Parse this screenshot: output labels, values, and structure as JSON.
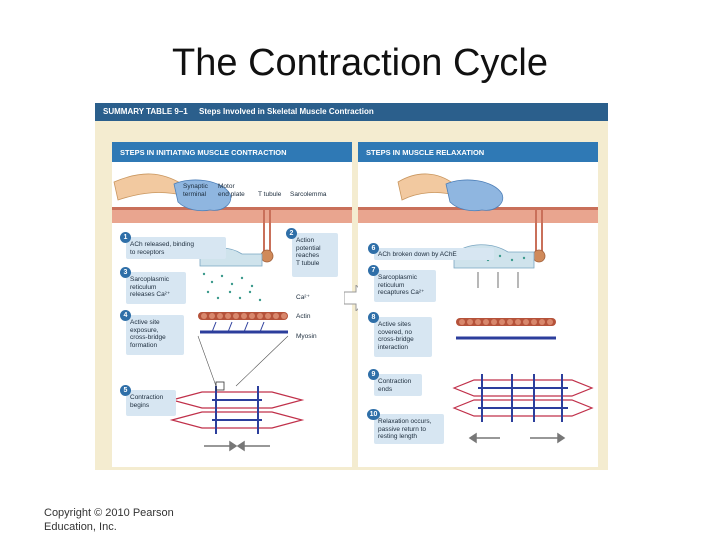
{
  "slide": {
    "title": "The Contraction Cycle",
    "copyright": "Copyright © 2010 Pearson Education, Inc."
  },
  "figure": {
    "table_id": "SUMMARY TABLE 9–1",
    "table_title": "Steps Involved in Skeletal Muscle Contraction",
    "left_panel": {
      "title": "STEPS IN INITIATING MUSCLE CONTRACTION",
      "labels": {
        "synaptic_terminal": "Synaptic\nterminal",
        "motor_end_plate": "Motor\nend plate",
        "t_tubule": "T tubule",
        "sarcolemma": "Sarcolemma",
        "ca": "Ca²⁺",
        "actin": "Actin",
        "myosin": "Myosin"
      },
      "steps": [
        {
          "num": "1",
          "text": "ACh released, binding\nto receptors"
        },
        {
          "num": "2",
          "text": "Action\npotential\nreaches\nT tubule"
        },
        {
          "num": "3",
          "text": "Sarcoplasmic\nreticulum\nreleases Ca²⁺"
        },
        {
          "num": "4",
          "text": "Active site\nexposure,\ncross-bridge\nformation"
        },
        {
          "num": "5",
          "text": "Contraction\nbegins"
        }
      ]
    },
    "right_panel": {
      "title": "STEPS IN MUSCLE RELAXATION",
      "steps": [
        {
          "num": "6",
          "text": "ACh broken down by AChE"
        },
        {
          "num": "7",
          "text": "Sarcoplasmic\nreticulum\nrecaptures Ca²⁺"
        },
        {
          "num": "8",
          "text": "Active sites\ncovered, no\ncross-bridge\ninteraction"
        },
        {
          "num": "9",
          "text": "Contraction\nends"
        },
        {
          "num": "10",
          "text": "Relaxation occurs,\npassive return to\nresting length"
        }
      ]
    },
    "colors": {
      "header": "#2b5f8c",
      "panel_header": "#2f79b5",
      "step_box": "#d7e6f2",
      "muscle_fiber": "#e9a58f",
      "nerve": "#f2c9a0",
      "receptor": "#8fb6e0",
      "calcium": "#3c9a8c",
      "actin": "#b5523a",
      "myosin": "#2c3e9c",
      "z_line": "#c0304a"
    }
  }
}
